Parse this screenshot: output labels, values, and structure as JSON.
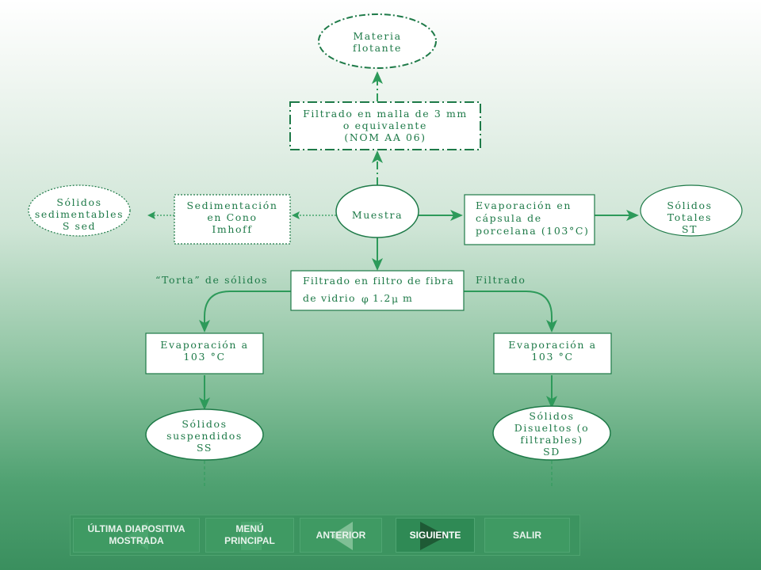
{
  "diagram": {
    "materia_flotante": [
      "Materia",
      "flotante"
    ],
    "filtrado_malla": [
      "Filtrado en malla de 3 mm",
      "o equivalente",
      "(NOM AA 06)"
    ],
    "solidos_sedimentables": [
      "Sólidos",
      "sedimentables",
      "S sed"
    ],
    "sedimentacion": [
      "Sedimentación",
      "en Cono",
      "Imhoff"
    ],
    "muestra": "Muestra",
    "evaporacion_capsula": [
      "Evaporación en",
      "cápsula de",
      "porcelana (103°C)"
    ],
    "solidos_totales": [
      "Sólidos",
      "Totales",
      "ST"
    ],
    "torta_label": "“Torta” de sólidos",
    "filtrado_fibra": [
      "Filtrado en filtro de fibra",
      "de vidrio",
      "1.2",
      "m"
    ],
    "filtrado_label": "Filtrado",
    "evaporacion_izq": [
      "Evaporación a",
      "103 °C"
    ],
    "evaporacion_der": [
      "Evaporación a",
      "103 °C"
    ],
    "solidos_suspendidos": [
      "Sólidos",
      "suspendidos",
      "SS"
    ],
    "solidos_disueltos": [
      "Sólidos",
      "Disueltos (o",
      "filtrables)",
      "SD"
    ],
    "phi_symbol": "φ",
    "mu_symbol": "μ"
  },
  "nav": {
    "ultima": [
      "ÚLTIMA DIAPOSITIVA",
      "MOSTRADA"
    ],
    "menu": [
      "MENÚ",
      "PRINCIPAL"
    ],
    "anterior": "ANTERIOR",
    "siguiente": "SIGUIENTE",
    "salir": "SALIR"
  },
  "colors": {
    "line": "#1e7a48",
    "arrow": "#2d9a5a",
    "nav_bg": "#3c9460"
  }
}
